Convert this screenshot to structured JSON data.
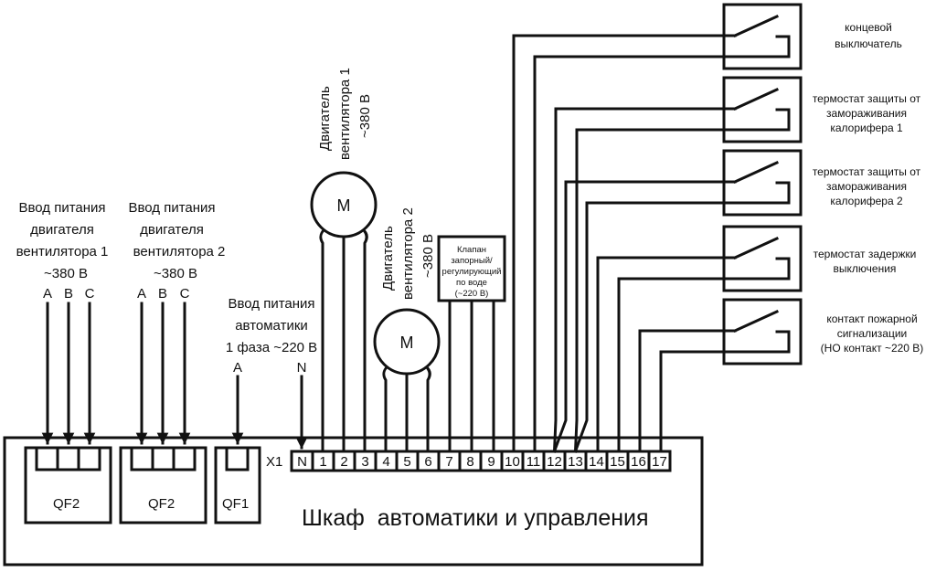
{
  "colors": {
    "ink": "#111111",
    "background": "#ffffff"
  },
  "power_inputs": [
    {
      "id": "fan1",
      "lines": [
        "Ввод питания",
        "двигателя",
        "вентилятора 1",
        "~380 В"
      ],
      "phases": [
        "A",
        "B",
        "C"
      ]
    },
    {
      "id": "fan2",
      "lines": [
        "Ввод питания",
        "двигателя",
        "вентилятора 2",
        "~380 В"
      ],
      "phases": [
        "A",
        "B",
        "C"
      ]
    },
    {
      "id": "automation",
      "lines": [
        "Ввод питания",
        "автоматики",
        "1 фаза ~220 В"
      ],
      "phases": [
        "A",
        "N"
      ]
    }
  ],
  "motors": [
    {
      "id": "motor1",
      "symbol": "M",
      "lines": [
        "Двигатель",
        "вентилятора 1",
        "~380 В"
      ]
    },
    {
      "id": "motor2",
      "symbol": "M",
      "lines": [
        "Двигатель",
        "вентилятора 2",
        "~380 В"
      ]
    }
  ],
  "valve": {
    "lines": [
      "Клапан",
      "запорный/",
      "регулирующий",
      "по воде",
      "(~220 В)"
    ]
  },
  "switches": [
    {
      "id": "limit",
      "lines": [
        "концевой",
        "выключатель"
      ]
    },
    {
      "id": "frost1",
      "lines": [
        "термостат защиты от",
        "замораживания",
        "калорифера 1"
      ]
    },
    {
      "id": "frost2",
      "lines": [
        "термостат защиты от",
        "замораживания",
        "калорифера 2"
      ]
    },
    {
      "id": "delay",
      "lines": [
        "термостат задержки",
        "выключения"
      ]
    },
    {
      "id": "fire",
      "lines": [
        "контакт пожарной",
        "сигнализации",
        "(НО контакт ~220 В)"
      ]
    }
  ],
  "cabinet": {
    "title": "Шкаф  автоматики и управления",
    "breakers": [
      {
        "label": "QF2",
        "poles": 3
      },
      {
        "label": "QF2",
        "poles": 3
      },
      {
        "label": "QF1",
        "poles": 1
      }
    ],
    "terminal_block": {
      "label": "X1",
      "terminals": [
        "N",
        "1",
        "2",
        "3",
        "4",
        "5",
        "6",
        "7",
        "8",
        "9",
        "10",
        "11",
        "12",
        "13",
        "14",
        "15",
        "16",
        "17"
      ]
    }
  }
}
